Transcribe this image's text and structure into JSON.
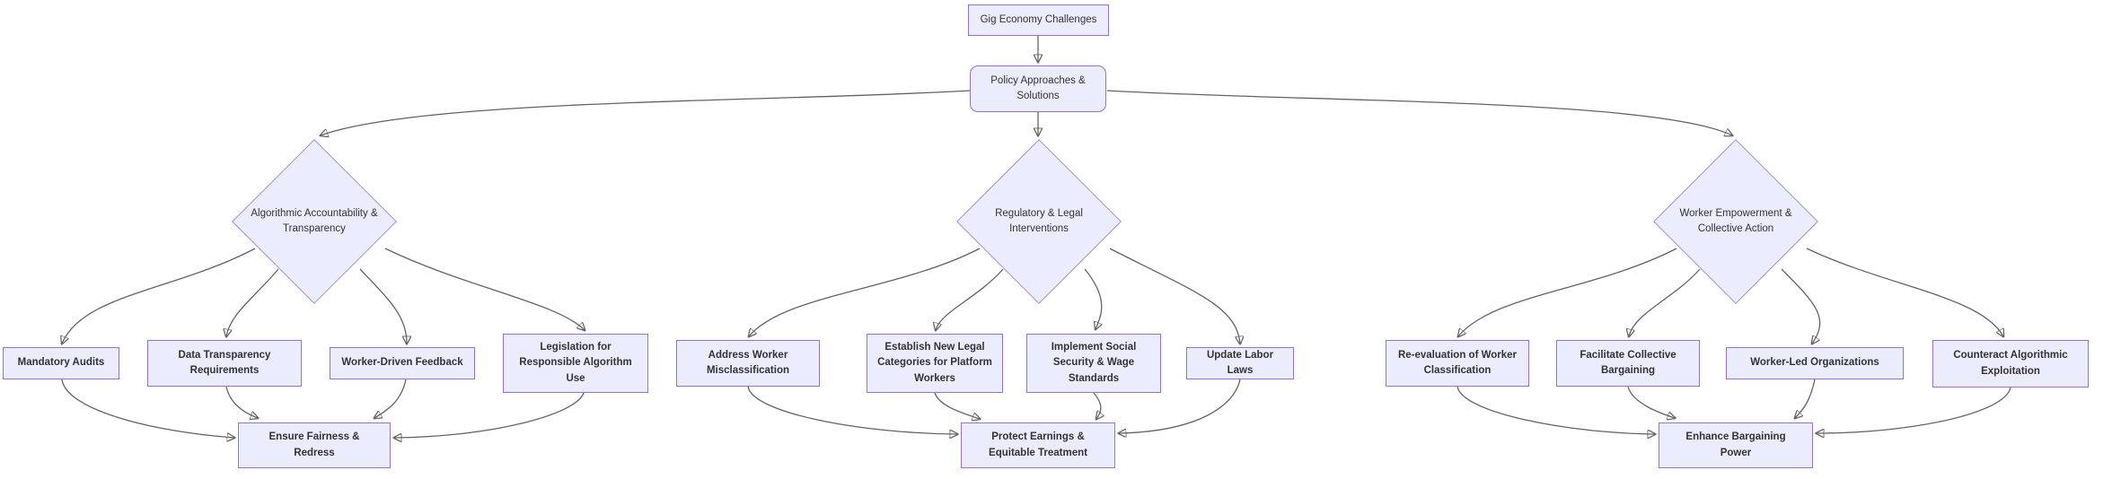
{
  "diagram": {
    "type": "flowchart",
    "root": {
      "label": "Gig Economy Challenges"
    },
    "policy": {
      "label": "Policy Approaches & Solutions"
    },
    "branches": [
      {
        "decision": "Algorithmic Accountability & Transparency",
        "actions": [
          "Mandatory Audits",
          "Data Transparency Requirements",
          "Worker-Driven Feedback",
          "Legislation for Responsible Algorithm Use"
        ],
        "outcome": "Ensure Fairness & Redress"
      },
      {
        "decision": "Regulatory & Legal Interventions",
        "actions": [
          "Address Worker Misclassification",
          "Establish New Legal Categories for Platform Workers",
          "Implement Social Security & Wage Standards",
          "Update Labor Laws"
        ],
        "outcome": "Protect Earnings & Equitable Treatment"
      },
      {
        "decision": "Worker Empowerment & Collective Action",
        "actions": [
          "Re-evaluation of Worker Classification",
          "Facilitate Collective Bargaining",
          "Worker-Led Organizations",
          "Counteract Algorithmic Exploitation"
        ],
        "outcome": "Enhance Bargaining Power"
      }
    ],
    "colors": {
      "node_fill": "#ECECFF",
      "node_border": "#9370DB",
      "edge_line": "#62626B",
      "arrowhead": "#333333",
      "text": "#333333",
      "background": "#FFFFFF"
    }
  }
}
